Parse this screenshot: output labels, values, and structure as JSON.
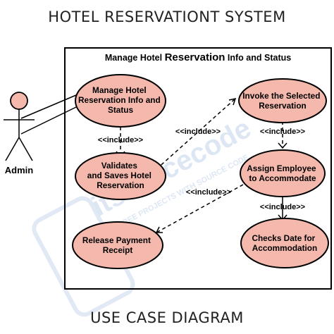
{
  "title": "HOTEL RESERVATIONT SYSTEM",
  "caption": "USE CASE DIAGRAM",
  "boundary": {
    "title_prefix": "Manage Hotel ",
    "title_emphasis": "Reservation",
    "title_suffix": " Info and Status"
  },
  "actor": {
    "label": "Admin"
  },
  "use_cases": {
    "manage": [
      "Manage Hotel",
      "Reservation Info and",
      "Status"
    ],
    "validate": [
      "Validates",
      "and Saves Hotel",
      "Reservation"
    ],
    "release": [
      "Release Payment",
      "Receipt"
    ],
    "invoke": [
      "Invoke the Selected",
      "Reservation"
    ],
    "assign": [
      "Assign Employee",
      "to Accommodate"
    ],
    "checks": [
      "Checks Date for",
      "Accommodation"
    ]
  },
  "relations": {
    "include_label": "<<include>>"
  },
  "colors": {
    "usecase_fill": "#f4b8ad",
    "actor_head_fill": "#f4b8ad",
    "stroke": "#000000",
    "watermark": "#c8d7ec"
  },
  "watermark": {
    "brand": "itsourcecode",
    "tagline": "FREE PROJECTS WITH SOURCE CODE"
  }
}
